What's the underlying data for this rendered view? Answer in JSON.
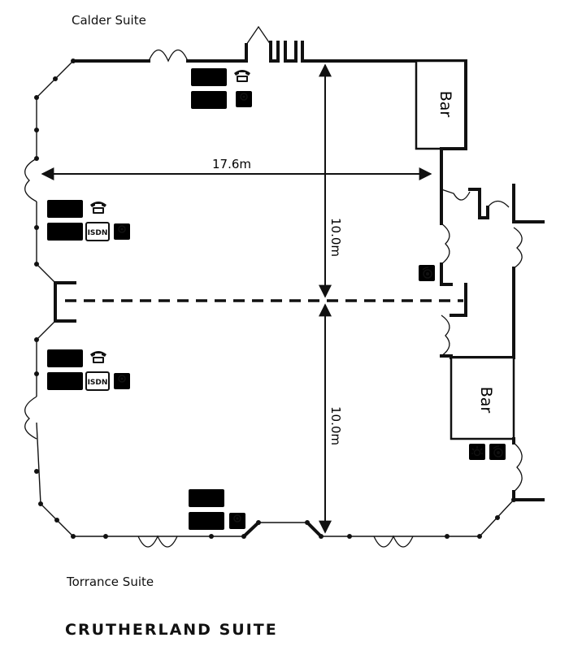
{
  "titles": {
    "calder": "Calder Suite",
    "torrance": "Torrance Suite",
    "main": "CRUTHERLAND SUITE"
  },
  "dimensions": {
    "width": "17.6m",
    "depth_upper": "10.0m",
    "depth_lower": "10.0m"
  },
  "bars": {
    "upper": "Bar",
    "lower": "Bar"
  },
  "icons": {
    "isdn": "ISDN",
    "tv": "TV"
  }
}
